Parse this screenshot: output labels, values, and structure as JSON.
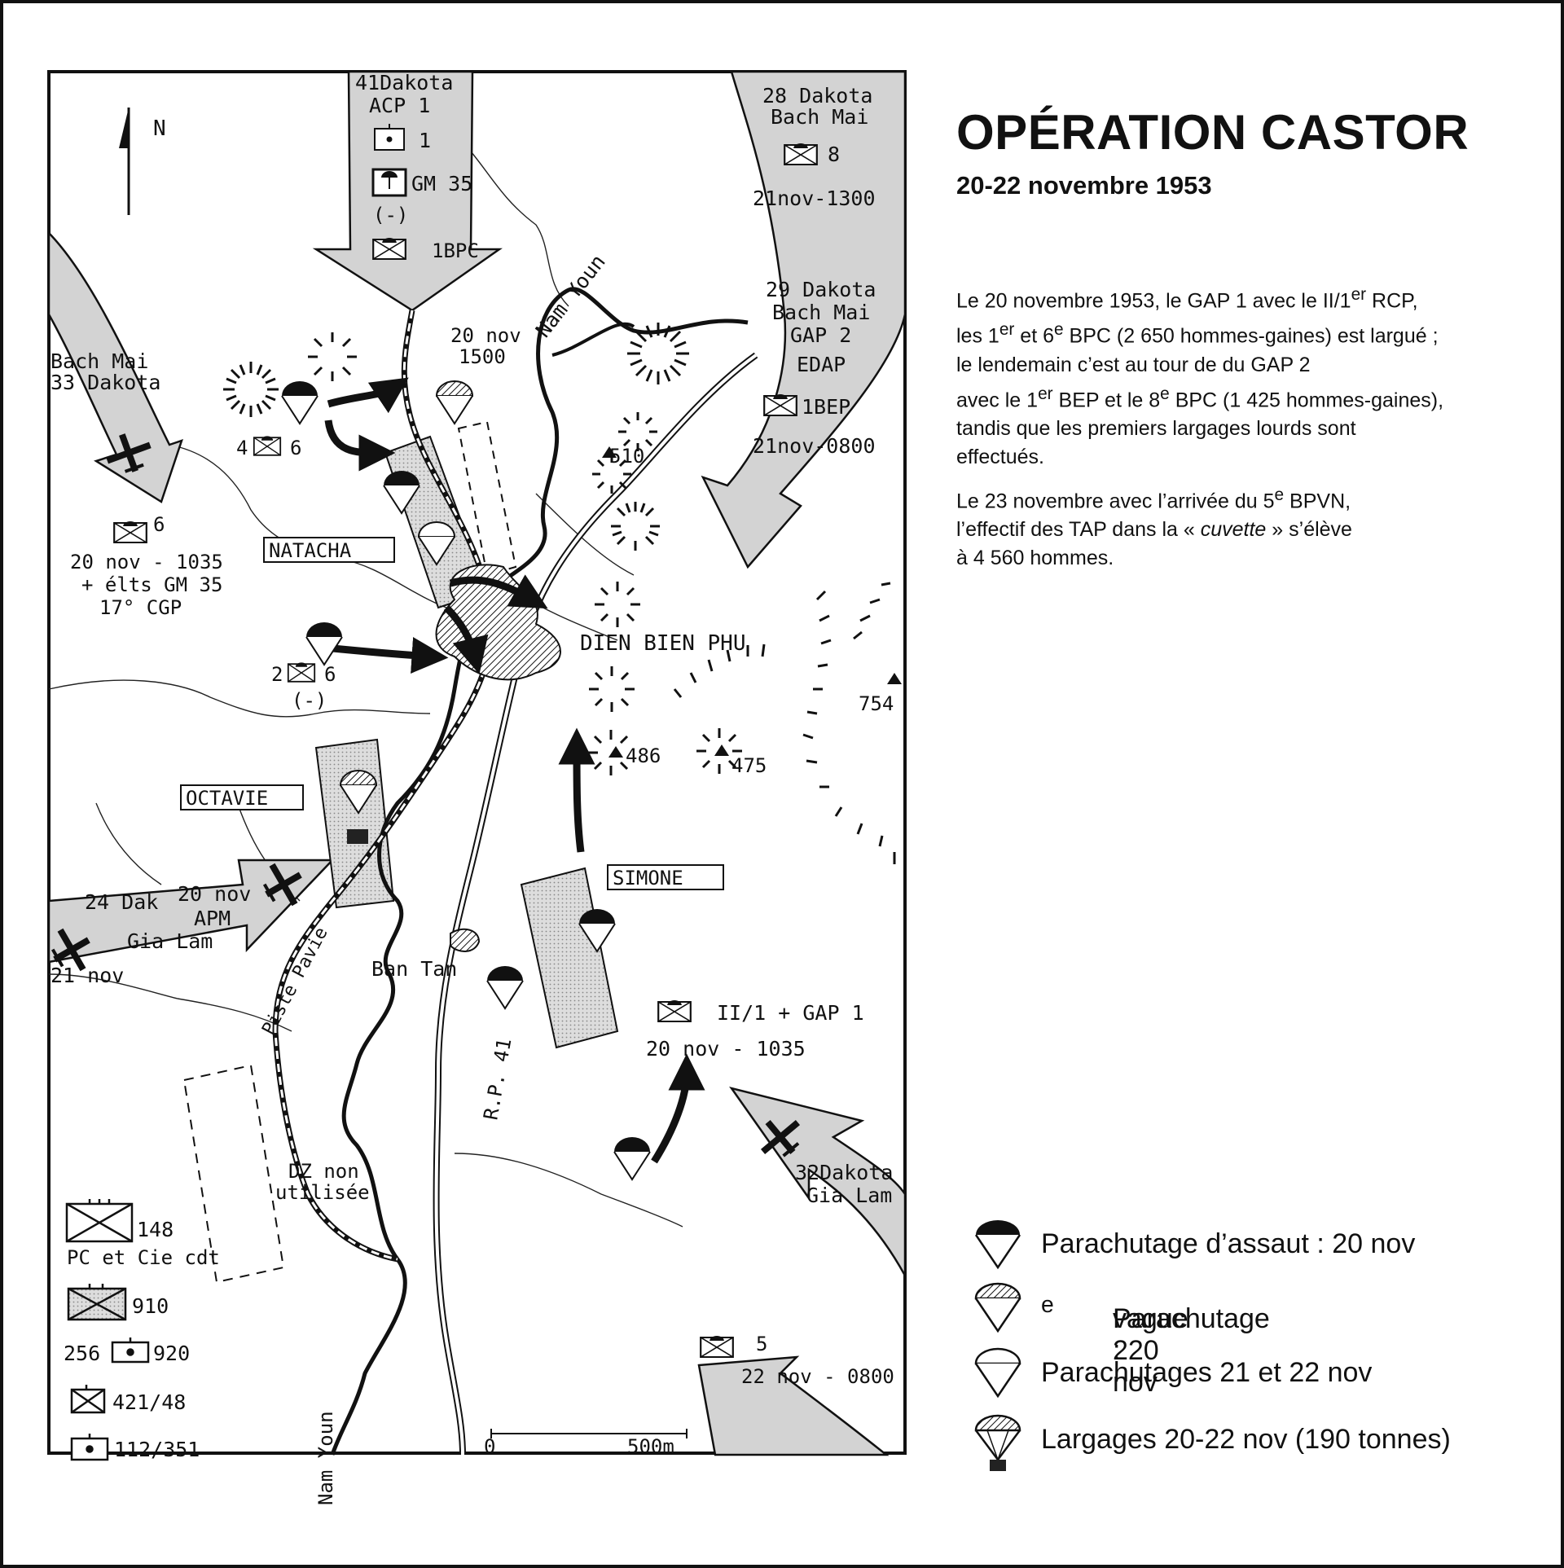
{
  "header": {
    "title": "OPÉRATION CASTOR",
    "subtitle": "20-22 novembre 1953"
  },
  "description": {
    "p1_a": "Le 20 novembre 1953, le GAP 1 avec le II/1",
    "p1_sup1": "er",
    "p1_b": " RCP,",
    "p1_c": "les 1",
    "p1_sup2": "er",
    "p1_d": " et 6",
    "p1_sup3": "e",
    "p1_e": " BPC (2 650 hommes-gaines) est largué ;",
    "p1_f": "le lendemain c’est au tour de du GAP 2",
    "p1_g": "avec le 1",
    "p1_sup4": "er",
    "p1_h": " BEP et le 8",
    "p1_sup5": "e",
    "p1_i": " BPC (1 425 hommes-gaines),",
    "p1_j": "tandis que les premiers largages lourds sont",
    "p1_k": "effectués.",
    "p2_a": "Le 23 novembre avec l’arrivée du 5",
    "p2_sup1": "e",
    "p2_b": " BPVN,",
    "p2_c": "l’effectif des TAP dans la « ",
    "p2_em": "cuvette",
    "p2_d": " » s’élève",
    "p2_e": "à 4 560 hommes."
  },
  "legend": {
    "assault": "Parachutage d’assaut : 20 nov",
    "wave2_a": "Parachutage 2",
    "wave2_sup": "e",
    "wave2_b": " vague : 20 nov",
    "later": "Parachutages 21 et 22 nov",
    "drops": "Largages 20-22 nov (190 tonnes)"
  },
  "map": {
    "north": "N",
    "top_arrow": [
      "41Dakota",
      "ACP 1",
      "1",
      "GM 35",
      "(-)",
      "1BPC"
    ],
    "topright_arrow": [
      "28 Dakota",
      "Bach Mai",
      "8",
      "21nov-1300"
    ],
    "right_arrow": [
      "29 Dakota",
      "Bach Mai",
      "GAP 2",
      "EDAP",
      "1BEP",
      "21nov-0800"
    ],
    "left_arrow": [
      "Bach Mai",
      "33 Dakota"
    ],
    "bottomleft_arrow": [
      "24 Dak",
      "20 nov",
      "APM",
      "Gia Lam",
      "21 nov"
    ],
    "bottomright_arrow": [
      "32Dakota",
      "Gia Lam"
    ],
    "bottomright_unit": [
      "5",
      "22 nov - 0800"
    ],
    "river_top": "Nam Youn",
    "river_bottom": "Nam Youn",
    "time_label": [
      "20 nov",
      "1500"
    ],
    "unit_4_6": [
      "4",
      "6"
    ],
    "unit_6": "6",
    "unit_6_info": [
      "20 nov - 1035",
      "+ élts GM 35",
      "17° CGP"
    ],
    "unit_2_6": [
      "2",
      "6",
      "(-)"
    ],
    "unit_gap1": [
      "II/1 + GAP 1",
      "20 nov - 1035"
    ],
    "dz_natacha": "NATACHA",
    "dz_octavie": "OCTAVIE",
    "dz_simone": "SIMONE",
    "town": "DIEN BIEN PHU",
    "village": "Ban Tan",
    "road": "R.P. 41",
    "track": "Piste Pavie",
    "dz_unused": [
      "DZ non",
      "utilisée"
    ],
    "heights": [
      "510",
      "754",
      "486",
      "475"
    ],
    "key_units": [
      "148",
      "PC et Cie cdt",
      "910",
      "256",
      "920",
      "421/48",
      "112/351"
    ],
    "scale": [
      "0",
      "500m"
    ]
  }
}
